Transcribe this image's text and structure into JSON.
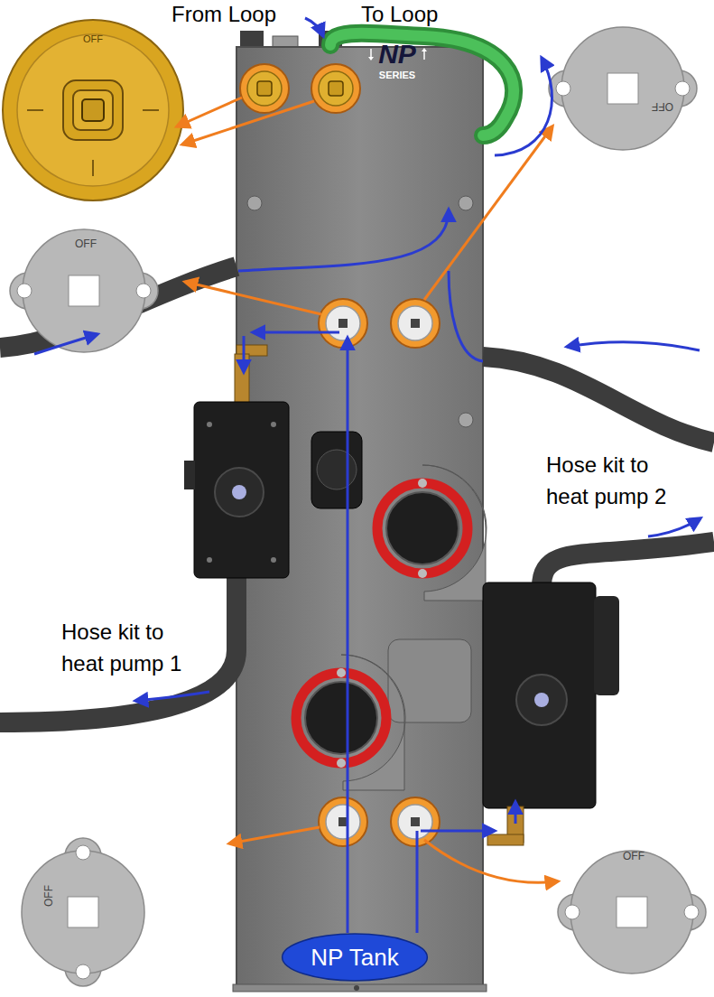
{
  "diagram": {
    "nodes": [
      {
        "text": [
          "NP Tank"
        ]
      }
    ],
    "labels": [
      "From Loop",
      "To Loop",
      "OFF",
      "NP",
      "SERIES",
      "OFF",
      "OFF",
      "Hose kit to heat pump 2",
      "Hose kit to heat pump 1",
      "OFF",
      "OFF"
    ]
  }
}
